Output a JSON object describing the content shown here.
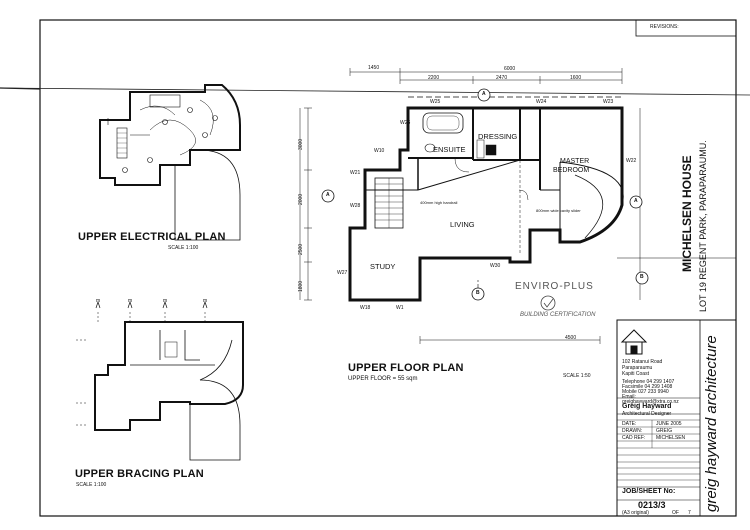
{
  "sheet": {
    "revisions_label": "REVISIONS:"
  },
  "electrical": {
    "title": "UPPER ELECTRICAL PLAN",
    "scale": "SCALE 1:100"
  },
  "bracing": {
    "title": "UPPER BRACING PLAN",
    "scale": "SCALE 1:100",
    "grid_markers": [
      "m",
      "m",
      "m",
      "m"
    ]
  },
  "floor": {
    "title": "UPPER FLOOR PLAN",
    "subtitle": "UPPER FLOOR = 55 sqm",
    "scale": "SCALE 1:50",
    "rooms": {
      "ensuite": "ENSUITE",
      "dressing": "DRESSING",
      "master": "MASTER",
      "bedroom": "BEDROOM",
      "living": "LIVING",
      "study": "STUDY"
    },
    "windows": [
      "W25",
      "W24",
      "W26",
      "W10",
      "W23",
      "W22",
      "W21",
      "W28",
      "W27",
      "W30",
      "W18",
      "W1"
    ],
    "section_markers": [
      "A",
      "A",
      "A",
      "B",
      "B"
    ],
    "top_dimensions": [
      "1450",
      "2200",
      "2470",
      "1600",
      "6000"
    ],
    "side_dimensions": [
      "3000",
      "2000",
      "2500",
      "1800"
    ],
    "bottom_dimension": "4500",
    "notes": [
      "400mm high handrail",
      "800mm wide cavity slider"
    ]
  },
  "stamp": {
    "line1": "ENVIRO-PLUS",
    "line2": "BUILDING CERTIFICATION"
  },
  "project": {
    "name": "MICHELSEN HOUSE",
    "address": "LOT 19 REGENT PARK, PARAPARAUMU."
  },
  "firm": {
    "brand": "greig hayward architecture",
    "address_lines": [
      "102 Ratanui Road",
      "Paraparaumu",
      "Kapiti Coast"
    ],
    "contact_lines": [
      "Telephone 04 299 1407",
      "Facsimile 04 299 1408",
      "Mobile 027 233 9940",
      "Email:",
      "greighayward@xtra.co.nz"
    ],
    "designer": "Greig Hayward",
    "designer_role": "Architectural Designer",
    "date_label": "DATE:",
    "date_value": "JUNE 2005",
    "drawn_label": "DRAWN:",
    "drawn_value": "GREIG",
    "cad_label": "CAD REF:",
    "cad_value": "MICHELSEN",
    "job_label": "JOB/SHEET No:",
    "job_number": "0213/3",
    "paper": "(A3 original)",
    "of_label": "OF",
    "of_value": "7"
  }
}
